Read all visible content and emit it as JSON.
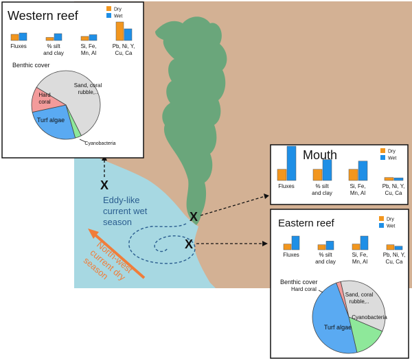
{
  "colors": {
    "land": "#d3b194",
    "sea": "#a7d8e2",
    "river": "#6aa67b",
    "dry": "#f2961e",
    "wet": "#1f8fe6",
    "arrow_dry": "#f07d3a",
    "eddy_text": "#2a5d8f",
    "sand": "#dcdcdc",
    "hard_coral": "#f39b9b",
    "turf": "#5aaaf2",
    "cyano": "#8ee89a"
  },
  "map": {
    "eddy_label": [
      "Eddy-like",
      "current wet",
      "season"
    ],
    "dry_label": [
      "North-west",
      "current dry",
      "season"
    ],
    "marker": "X"
  },
  "legend": {
    "dry": "Dry",
    "wet": "Wet"
  },
  "categories": [
    "Fluxes",
    "% silt\nand clay",
    "Si, Fe,\nMn, Al",
    "Pb, Ni, Y,\nCu, Ca"
  ],
  "chart_data": [
    {
      "type": "bar",
      "title": "Western reef",
      "categories": [
        "Fluxes",
        "% silt and clay",
        "Si, Fe, Mn, Al",
        "Pb, Ni, Y, Cu, Ca"
      ],
      "series": [
        {
          "name": "Dry",
          "values": [
            0.9,
            0.45,
            0.6,
            2.7
          ]
        },
        {
          "name": "Wet",
          "values": [
            1.1,
            1.0,
            0.85,
            1.7
          ]
        }
      ]
    },
    {
      "type": "pie",
      "title": "Benthic cover",
      "chart": "western",
      "slices": [
        {
          "label": "Sand, coral rubble,..",
          "value": 59
        },
        {
          "label": "Cyanobacteria",
          "value": 3
        },
        {
          "label": "Turf algae",
          "value": 26
        },
        {
          "label": "Hard coral",
          "value": 12
        }
      ]
    },
    {
      "type": "bar",
      "title": "Mouth",
      "categories": [
        "Fluxes",
        "% silt and clay",
        "Si, Fe, Mn, Al",
        "Pb, Ni, Y, Cu, Ca"
      ],
      "series": [
        {
          "name": "Dry",
          "values": [
            1.5,
            1.5,
            1.5,
            0.4
          ]
        },
        {
          "name": "Wet",
          "values": [
            4.6,
            2.8,
            2.6,
            0.35
          ]
        }
      ]
    },
    {
      "type": "bar",
      "title": "Eastern reef",
      "categories": [
        "Fluxes",
        "% silt and clay",
        "Si, Fe, Mn, Al",
        "Pb, Ni, Y, Cu, Ca"
      ],
      "series": [
        {
          "name": "Dry",
          "values": [
            0.8,
            0.7,
            0.8,
            0.7
          ]
        },
        {
          "name": "Wet",
          "values": [
            1.9,
            1.2,
            1.9,
            0.5
          ]
        }
      ]
    },
    {
      "type": "pie",
      "title": "Benthic cover",
      "chart": "eastern",
      "slices": [
        {
          "label": "Sand, coral rubble,..",
          "value": 35
        },
        {
          "label": "Cyanobacteria",
          "value": 15
        },
        {
          "label": "Turf algae",
          "value": 48
        },
        {
          "label": "Hard coral",
          "value": 2
        }
      ]
    }
  ]
}
